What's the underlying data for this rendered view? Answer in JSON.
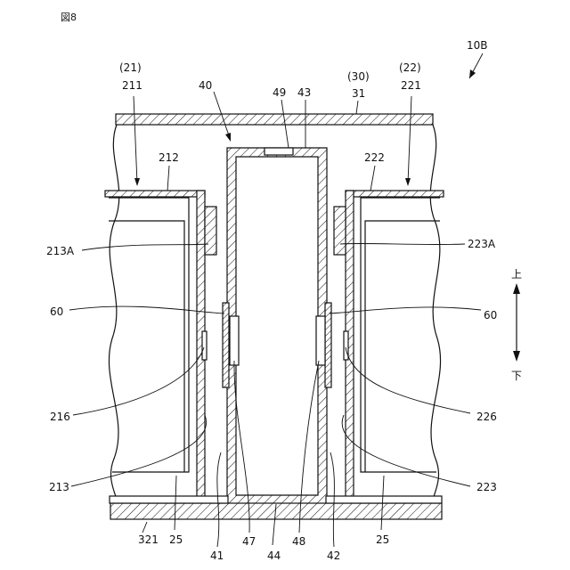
{
  "figure_label": "図8",
  "assembly_ref": "10B",
  "direction": {
    "up": "上",
    "down": "下"
  },
  "labels": {
    "l21": "(21)",
    "l211": "211",
    "l40": "40",
    "l30": "(30)",
    "l22": "(22)",
    "l49": "49",
    "l43": "43",
    "l31": "31",
    "l221": "221",
    "l212": "212",
    "l222": "222",
    "l213A": "213A",
    "l223A": "223A",
    "l60L": "60",
    "l60R": "60",
    "l216": "216",
    "l226": "226",
    "l213": "213",
    "l223": "223",
    "l321": "321",
    "l25L": "25",
    "l25R": "25",
    "l41": "41",
    "l47": "47",
    "l44": "44",
    "l48": "48",
    "l42": "42"
  }
}
